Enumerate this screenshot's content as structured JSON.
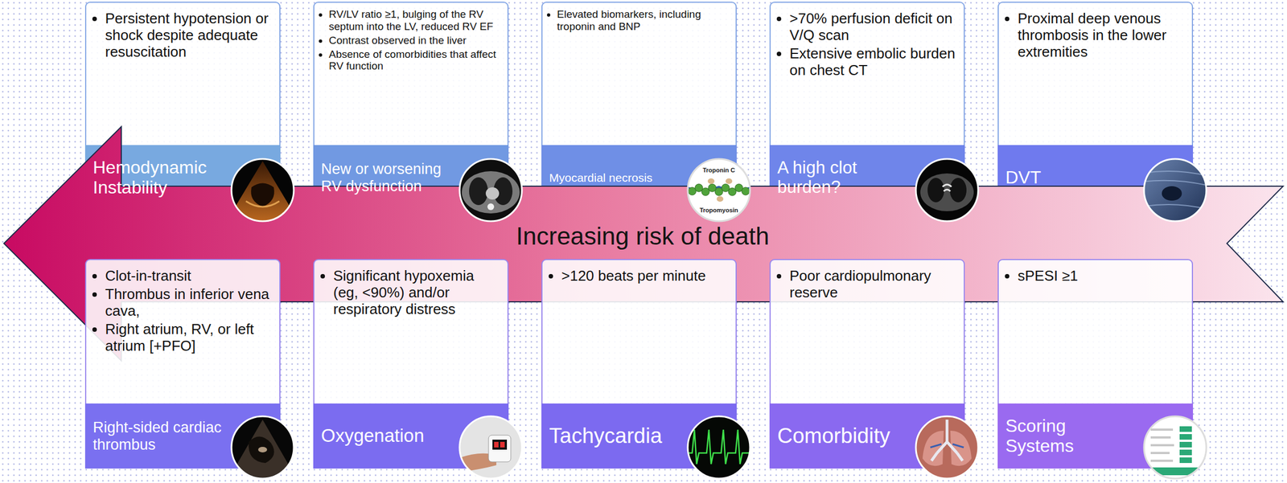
{
  "diagram": {
    "nodes": [
      {
        "text": [
          "Persistent hypotension or shock despite adequate resuscitation",
          "Hemodynamic Instability"
        ]
      },
      {
        "text": [
          "RV/LV ratio ≥1, bulging of the RV septum into the LV, reduced RV EF",
          "Contrast observed in the liver",
          "Absence of comorbidities that affect RV function",
          "New or worsening RV dysfunction"
        ]
      },
      {
        "text": [
          "Elevated biomarkers, including troponin and BNP",
          "Myocardial necrosis"
        ]
      },
      {
        "text": [
          ">70% perfusion deficit on V/Q scan",
          "Extensive embolic burden on chest CT",
          "A high clot burden?"
        ]
      },
      {
        "text": [
          "Proximal deep venous thrombosis in the lower extremities",
          "DVT"
        ]
      },
      {
        "text": [
          "Increasing risk of death"
        ]
      },
      {
        "text": [
          "Clot-in-transit",
          "Thrombus in inferior vena cava,",
          "Right atrium, RV, or left atrium [+PFO]",
          "Right-sided cardiac thrombus"
        ]
      },
      {
        "text": [
          "Significant hypoxemia (eg, <90%) and/or respiratory distress",
          "Oxygenation"
        ]
      },
      {
        "text": [
          ">120 beats per minute",
          "Tachycardia"
        ]
      },
      {
        "text": [
          "Poor cardiopulmonary reserve",
          "Comorbidity"
        ]
      },
      {
        "text": [
          "sPESI ≥1",
          "Scoring Systems"
        ]
      }
    ],
    "labels": [
      "Troponin C",
      "Tropomyosin"
    ]
  }
}
